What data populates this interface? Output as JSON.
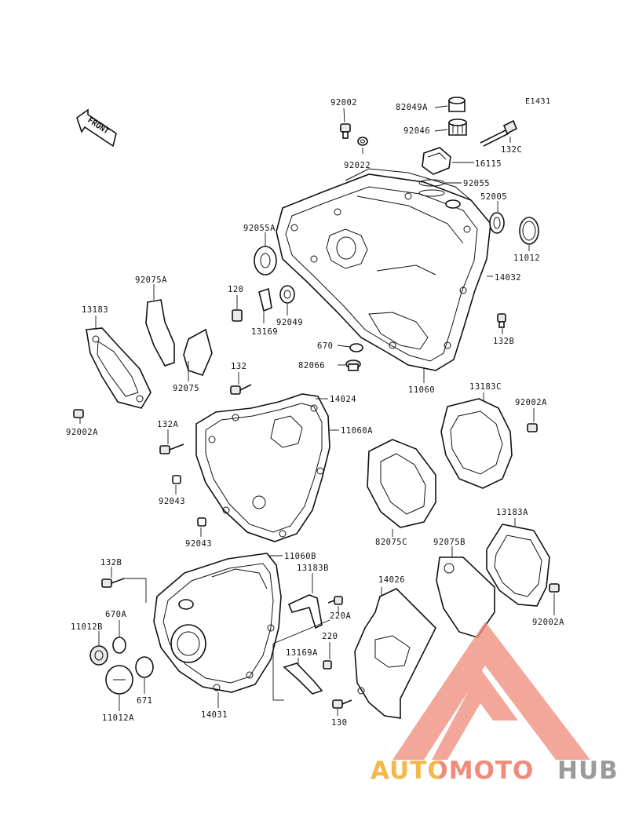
{
  "diagram": {
    "code": "E1431",
    "front_label": "FRONT",
    "parts": [
      {
        "id": "92002"
      },
      {
        "id": "92022"
      },
      {
        "id": "82049A"
      },
      {
        "id": "92046"
      },
      {
        "id": "16115"
      },
      {
        "id": "132C"
      },
      {
        "id": "92055"
      },
      {
        "id": "52005"
      },
      {
        "id": "11012"
      },
      {
        "id": "92055A"
      },
      {
        "id": "14032"
      },
      {
        "id": "120"
      },
      {
        "id": "13169"
      },
      {
        "id": "92049"
      },
      {
        "id": "670"
      },
      {
        "id": "82066"
      },
      {
        "id": "11060"
      },
      {
        "id": "132B"
      },
      {
        "id": "92075A"
      },
      {
        "id": "13183"
      },
      {
        "id": "92075"
      },
      {
        "id": "92002A"
      },
      {
        "id": "132"
      },
      {
        "id": "14024"
      },
      {
        "id": "132A"
      },
      {
        "id": "11060A"
      },
      {
        "id": "13183C"
      },
      {
        "id": "92002A"
      },
      {
        "id": "92043"
      },
      {
        "id": "92043"
      },
      {
        "id": "82075C"
      },
      {
        "id": "11060B"
      },
      {
        "id": "132B"
      },
      {
        "id": "13183B"
      },
      {
        "id": "14026"
      },
      {
        "id": "92075B"
      },
      {
        "id": "13183A"
      },
      {
        "id": "670A"
      },
      {
        "id": "220A"
      },
      {
        "id": "11012B"
      },
      {
        "id": "220"
      },
      {
        "id": "92002A"
      },
      {
        "id": "13169A"
      },
      {
        "id": "671"
      },
      {
        "id": "11012A"
      },
      {
        "id": "14031"
      },
      {
        "id": "130"
      }
    ]
  },
  "watermark": {
    "part1": "AUTOMOTO",
    "part2": "HUB",
    "colors": {
      "primary": "#f08a7a",
      "secondary": "#f2b84d",
      "tertiary": "#9a9a9a"
    }
  }
}
